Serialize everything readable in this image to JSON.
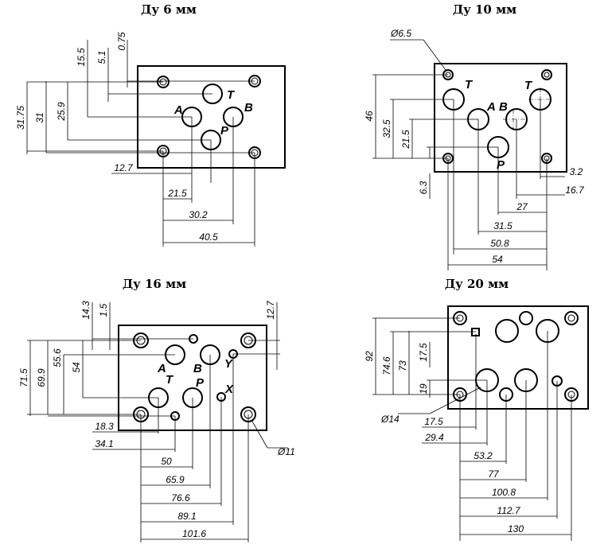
{
  "panels": [
    {
      "title": "Ду 6 мм",
      "ports": [
        "A",
        "T",
        "B",
        "P"
      ],
      "vertical_dims": [
        "31.75",
        "31",
        "25.9",
        "15.5",
        "5.1",
        "0.75"
      ],
      "horizontal_dims": [
        "12.7",
        "21.5",
        "30.2",
        "40.5"
      ]
    },
    {
      "title": "Ду 10 мм",
      "ports": [
        "T",
        "A",
        "B",
        "T",
        "P"
      ],
      "hole_dia": "Ø6.5",
      "vertical_dims": [
        "46",
        "32.5",
        "21.5",
        "6.3"
      ],
      "horizontal_dims": [
        "3.2",
        "16.7",
        "27",
        "31.5",
        "50.8",
        "54"
      ]
    },
    {
      "title": "Ду 16 мм",
      "ports": [
        "T",
        "A",
        "B",
        "Y",
        "P",
        "X"
      ],
      "hole_dia": "Ø11",
      "vertical_dims": [
        "71.5",
        "69.9",
        "55.6",
        "54",
        "14.3",
        "1.5",
        "12.7"
      ],
      "horizontal_dims": [
        "18.3",
        "34.1",
        "50",
        "65.9",
        "76.6",
        "89.1",
        "101.6"
      ]
    },
    {
      "title": "Ду 20 мм",
      "hole_dia": "Ø14",
      "vertical_dims": [
        "92",
        "74.6",
        "73",
        "17.5",
        "19"
      ],
      "horizontal_dims": [
        "17.5",
        "29.4",
        "53.2",
        "77",
        "100.8",
        "112.7",
        "130"
      ]
    }
  ]
}
